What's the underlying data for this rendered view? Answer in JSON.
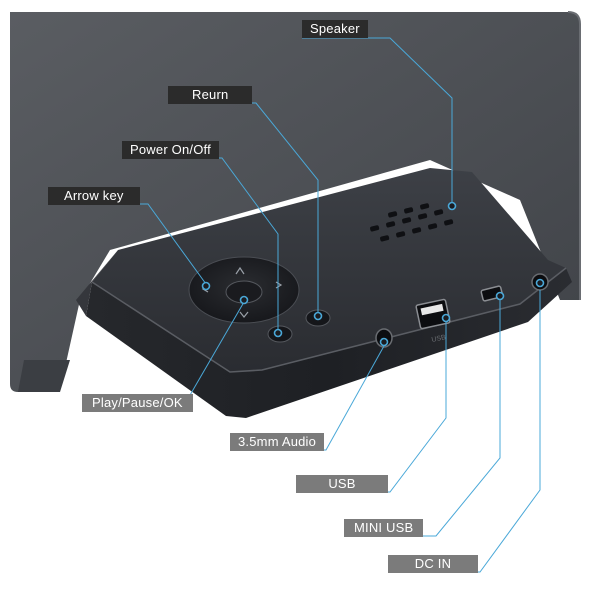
{
  "labels": {
    "speaker": "Speaker",
    "return": "Reurn",
    "power": "Power On/Off",
    "arrow_key": "Arrow key",
    "play_pause_ok": "Play/Pause/OK",
    "audio": "3.5mm Audio",
    "usb": "USB",
    "mini_usb": "MINI USB",
    "dc_in": "DC IN"
  },
  "device_marks": {
    "usb_port_text": "USB"
  },
  "colors": {
    "callout_line": "#4aa8d8",
    "label_dark": "#2b2b2b",
    "label_grey": "#7b7b7b",
    "tablet_body": "#4e5156",
    "control_box": "#2c2e33"
  }
}
